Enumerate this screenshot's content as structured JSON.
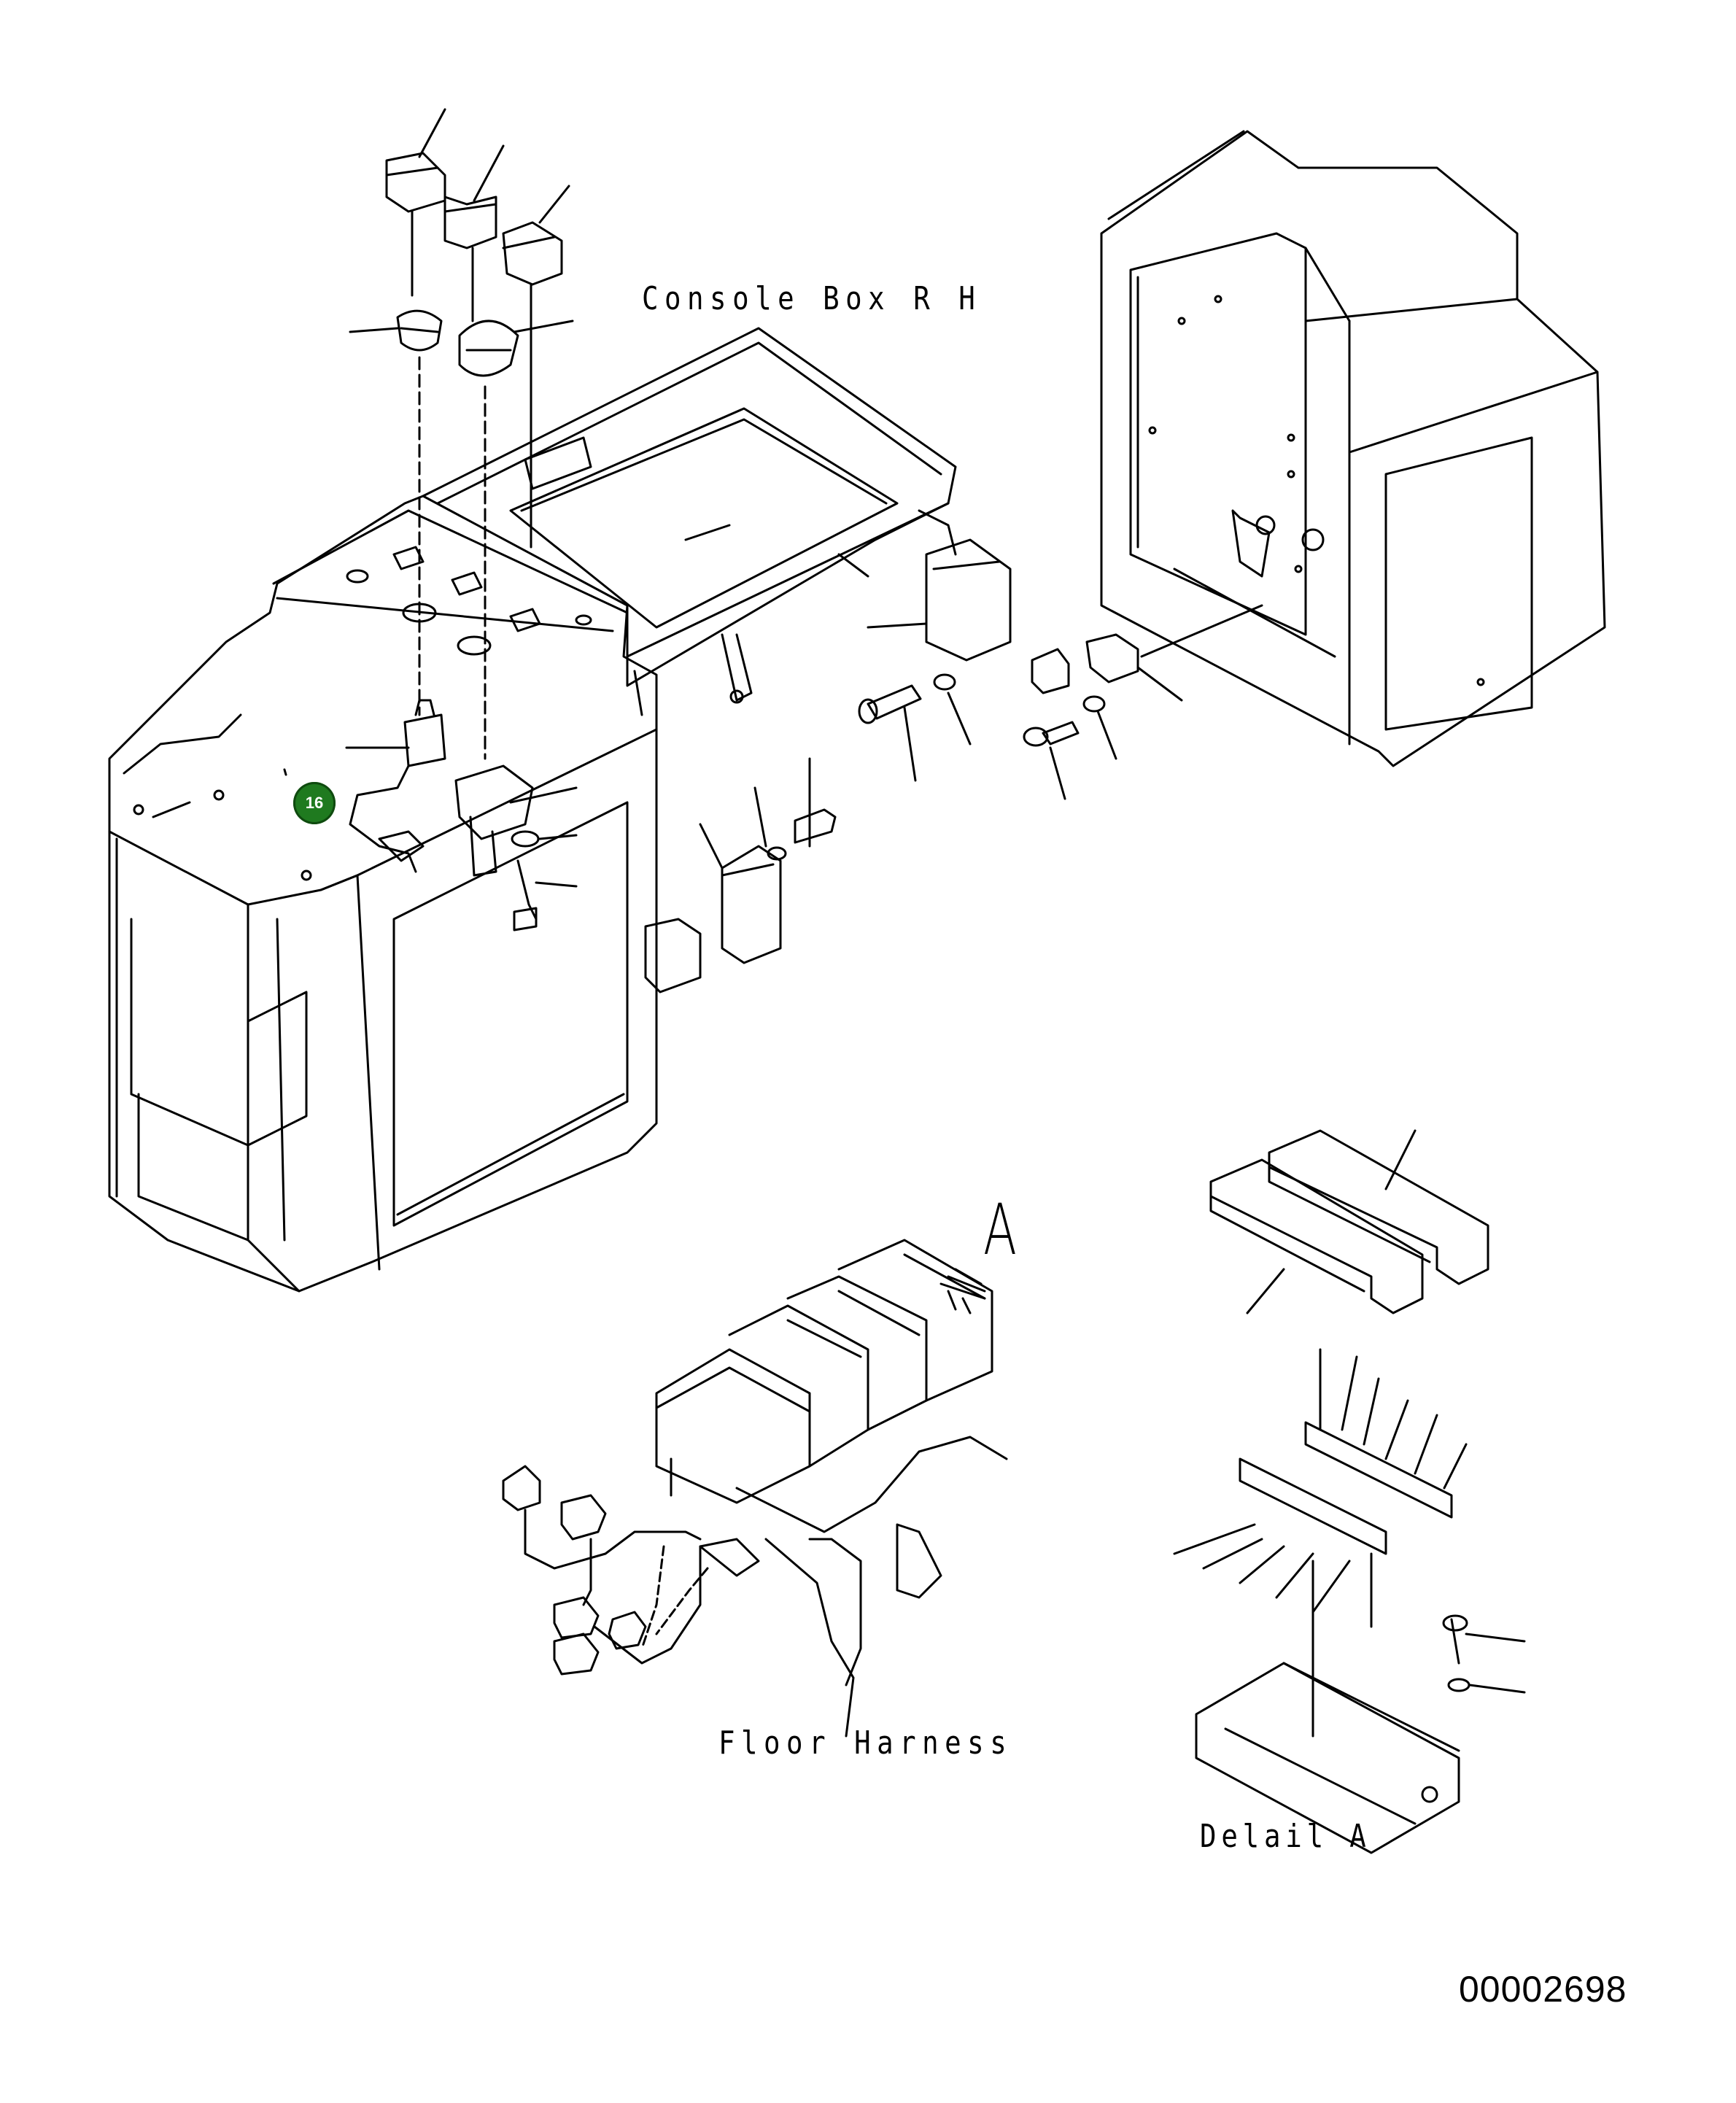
{
  "labels": {
    "console_box": "Console Box R H",
    "floor_harness": "Floor Harness",
    "detail_a": "Delail A",
    "section_a": "A",
    "doc_number": "00002698"
  },
  "callouts": [
    {
      "number": "16",
      "color": "#1f7a1f"
    }
  ],
  "colors": {
    "line": "#000000",
    "background": "#ffffff"
  }
}
